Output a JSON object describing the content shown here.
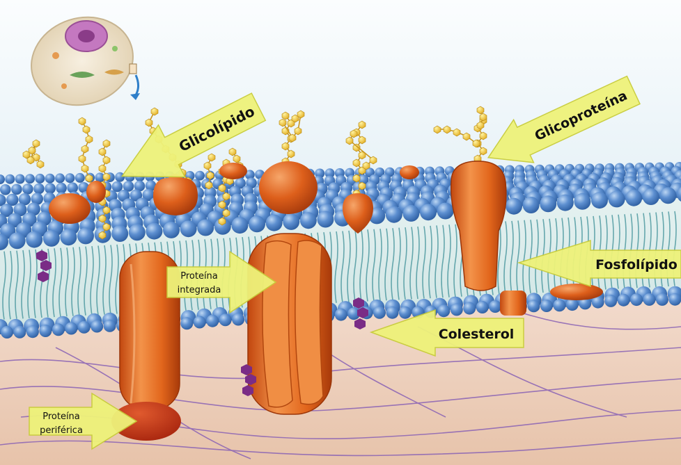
{
  "labels": {
    "glicolipido": "Glicolípido",
    "glicoproteina": "Glicoproteína",
    "fosfolipido": "Fosfolípido",
    "colesterol": "Colesterol",
    "proteina_integrada_1": "Proteína",
    "proteina_integrada_2": "integrada",
    "proteina_periferica_1": "Proteína",
    "proteina_periferica_2": "periférica"
  },
  "colors": {
    "arrow_fill": "#eef27a",
    "arrow_stroke": "#c8cc3a",
    "protein": "#e0651c",
    "phospholipid_head": "#4a7fc4",
    "sugar": "#f2c230",
    "cholesterol": "#7a2c86",
    "fiber": "#8a63b5"
  }
}
